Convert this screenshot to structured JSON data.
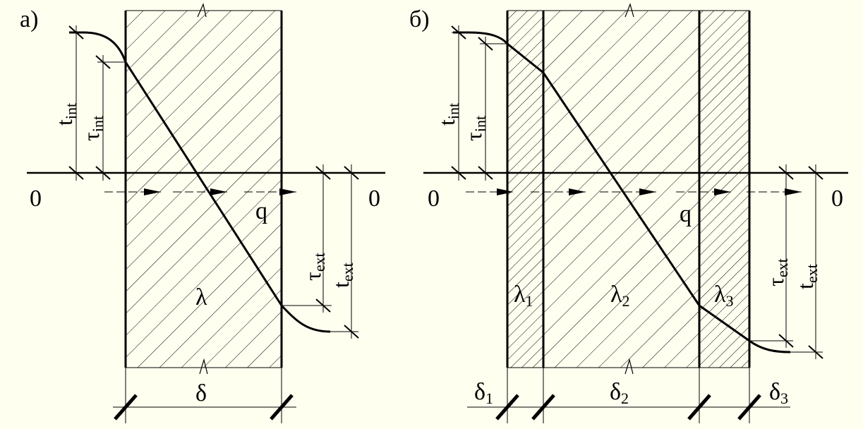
{
  "colors": {
    "background": "#fffff0",
    "ink": "#000000"
  },
  "panel_a": {
    "label": "а)",
    "zero_left": "0",
    "zero_right": "0",
    "t_int": {
      "main": "t",
      "sub": "int"
    },
    "tau_int": {
      "main": "τ",
      "sub": "int"
    },
    "tau_ext": {
      "main": "τ",
      "sub": "ext"
    },
    "t_ext": {
      "main": "t",
      "sub": "ext"
    },
    "flux": "q",
    "conductivity": "λ",
    "thickness": "δ"
  },
  "panel_b": {
    "label": "б)",
    "zero_left": "0",
    "zero_right": "0",
    "t_int": {
      "main": "t",
      "sub": "int"
    },
    "tau_int": {
      "main": "τ",
      "sub": "int"
    },
    "tau_ext": {
      "main": "τ",
      "sub": "ext"
    },
    "t_ext": {
      "main": "t",
      "sub": "ext"
    },
    "flux": "q",
    "layers": [
      {
        "conductivity": {
          "main": "λ",
          "sub": "1"
        },
        "thickness": {
          "main": "δ",
          "sub": "1"
        }
      },
      {
        "conductivity": {
          "main": "λ",
          "sub": "2"
        },
        "thickness": {
          "main": "δ",
          "sub": "2"
        }
      },
      {
        "conductivity": {
          "main": "λ",
          "sub": "3"
        },
        "thickness": {
          "main": "δ",
          "sub": "3"
        }
      }
    ]
  }
}
